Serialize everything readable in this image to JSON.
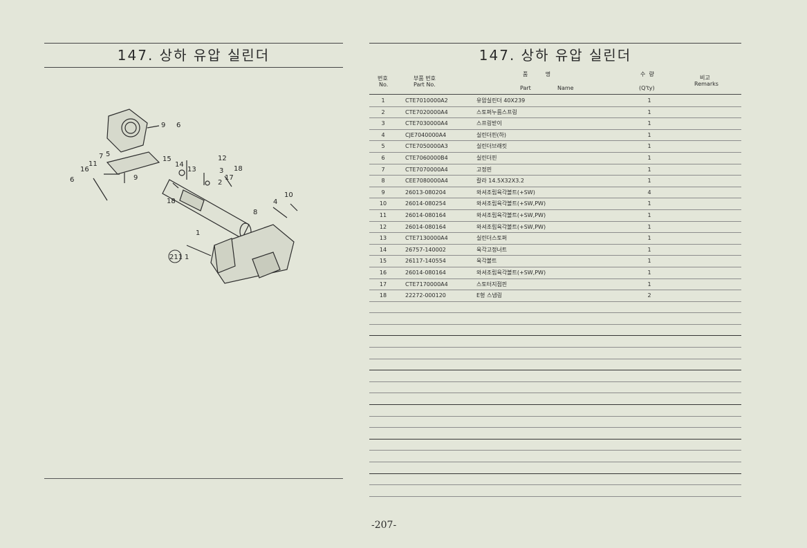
{
  "left": {
    "title": "147. 상하 유압 실린더"
  },
  "diagram": {
    "callouts": [
      "9",
      "6",
      "12",
      "15",
      "14",
      "13",
      "3",
      "18",
      "7",
      "5",
      "11",
      "16",
      "6",
      "9",
      "17",
      "2",
      "10",
      "4",
      "18",
      "8",
      "1",
      "211",
      "1"
    ]
  },
  "right": {
    "title": "147. 상하 유압 실린더",
    "header": {
      "no_ko": "번호",
      "no_en": "No.",
      "part_ko": "부품 번호",
      "part_en": "Part  No.",
      "name_ko": "품          명",
      "name_en_part": "Part",
      "name_en_name": "Name",
      "qty_ko": "수  량",
      "qty_en": "(Q'ty)",
      "remarks_ko": "비고",
      "remarks_en": "Remarks"
    },
    "rows": [
      {
        "no": "1",
        "part": "CTE7010000A2",
        "name": "유압실린더 40X239",
        "qty": "1"
      },
      {
        "no": "2",
        "part": "CTE7020000A4",
        "name": "스토퍼누름스프링",
        "qty": "1"
      },
      {
        "no": "3",
        "part": "CTE7030000A4",
        "name": "스프링받이",
        "qty": "1"
      },
      {
        "no": "4",
        "part": "CJE7040000A4",
        "name": "실린더핀(하)",
        "qty": "1"
      },
      {
        "no": "5",
        "part": "CTE7050000A3",
        "name": "실린더브래킷",
        "qty": "1"
      },
      {
        "no": "6",
        "part": "CTE7060000B4",
        "name": "실린더핀",
        "qty": "1"
      },
      {
        "no": "7",
        "part": "CTE7070000A4",
        "name": "고정핀",
        "qty": "1"
      },
      {
        "no": "8",
        "part": "CEE7080000A4",
        "name": "칼라 14.5X32X3.2",
        "qty": "1"
      },
      {
        "no": "9",
        "part": "26013-080204",
        "name": "와셔조립육각볼트(+SW)",
        "qty": "4"
      },
      {
        "no": "10",
        "part": "26014-080254",
        "name": "와셔조립육각볼트(+SW,PW)",
        "qty": "1"
      },
      {
        "no": "11",
        "part": "26014-080164",
        "name": "와셔조립육각볼트(+SW,PW)",
        "qty": "1"
      },
      {
        "no": "12",
        "part": "26014-080164",
        "name": "와셔조립육각볼트(+SW,PW)",
        "qty": "1"
      },
      {
        "no": "13",
        "part": "CTE7130000A4",
        "name": "실린더스토퍼",
        "qty": "1"
      },
      {
        "no": "14",
        "part": "26757-140002",
        "name": "육각고정너트",
        "qty": "1"
      },
      {
        "no": "15",
        "part": "26117-140554",
        "name": "육각볼트",
        "qty": "1"
      },
      {
        "no": "16",
        "part": "26014-080164",
        "name": "와셔조립육각볼트(+SW,PW)",
        "qty": "1"
      },
      {
        "no": "17",
        "part": "CTE7170000A4",
        "name": "스토터지점핀",
        "qty": "1"
      },
      {
        "no": "18",
        "part": "22272-000120",
        "name": "E형 스냅링",
        "qty": "2"
      }
    ]
  },
  "footer": {
    "page_number": "-207-"
  }
}
